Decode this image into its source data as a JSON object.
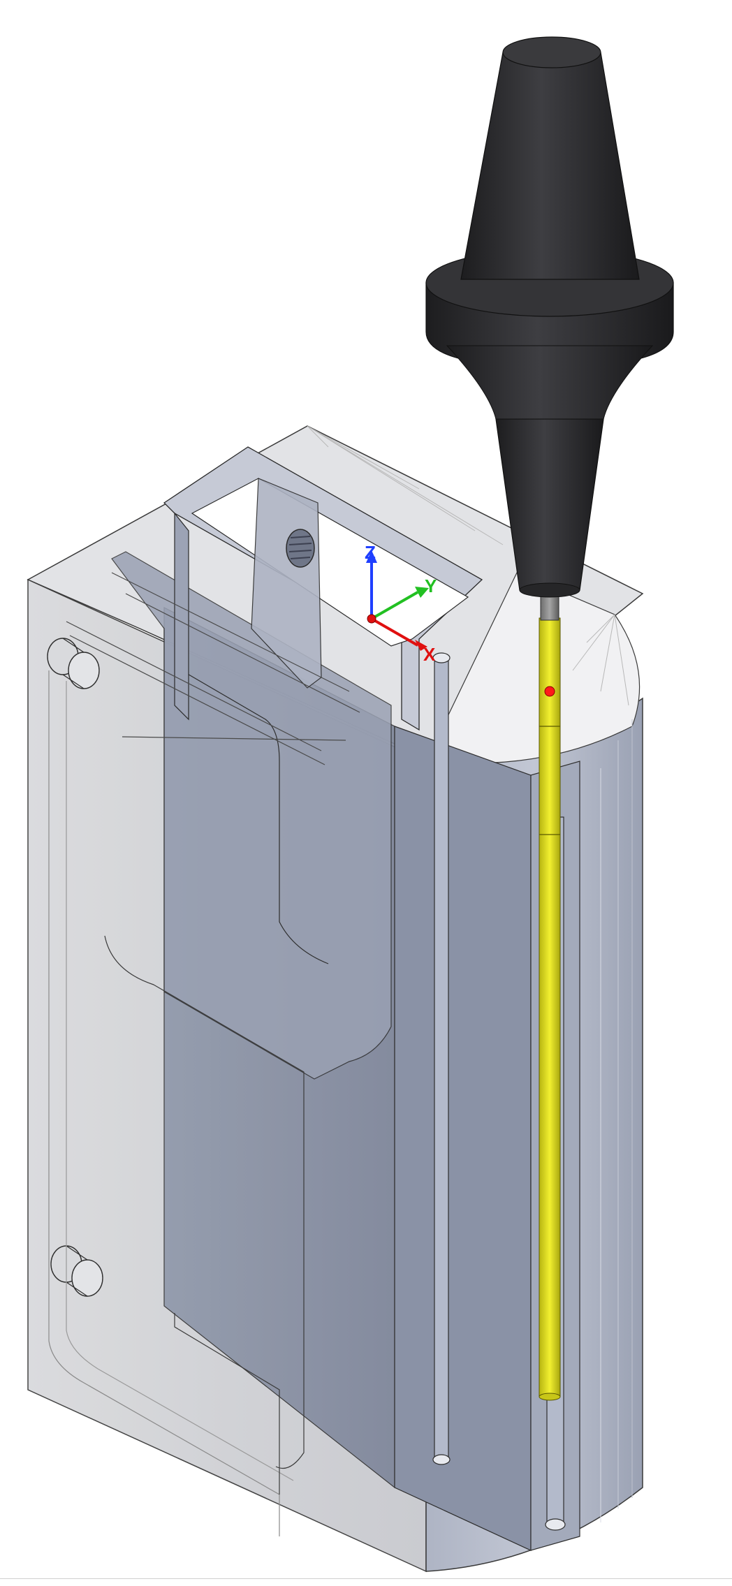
{
  "viewport": {
    "background": "#ffffff"
  },
  "triad": {
    "z_label": "Z",
    "y_label": "Y",
    "x_label": "X",
    "z_color": "#1f3fff",
    "y_color": "#22c022",
    "x_color": "#e01010"
  },
  "colors": {
    "part_transparent": "#d3d4d8",
    "cavity_blue": "#8e96a8",
    "cavity_light": "#b6bccb",
    "tool_holder": "#2e2e30",
    "tool_stem": "#8a8a8a",
    "tool_flute": "#e4e21c",
    "tool_tip_marker": "#ff1a1a"
  },
  "icons": {
    "tool_holder": "tool-holder-icon",
    "tool_cutter": "end-mill-icon",
    "triad": "coordinate-triad-icon"
  }
}
